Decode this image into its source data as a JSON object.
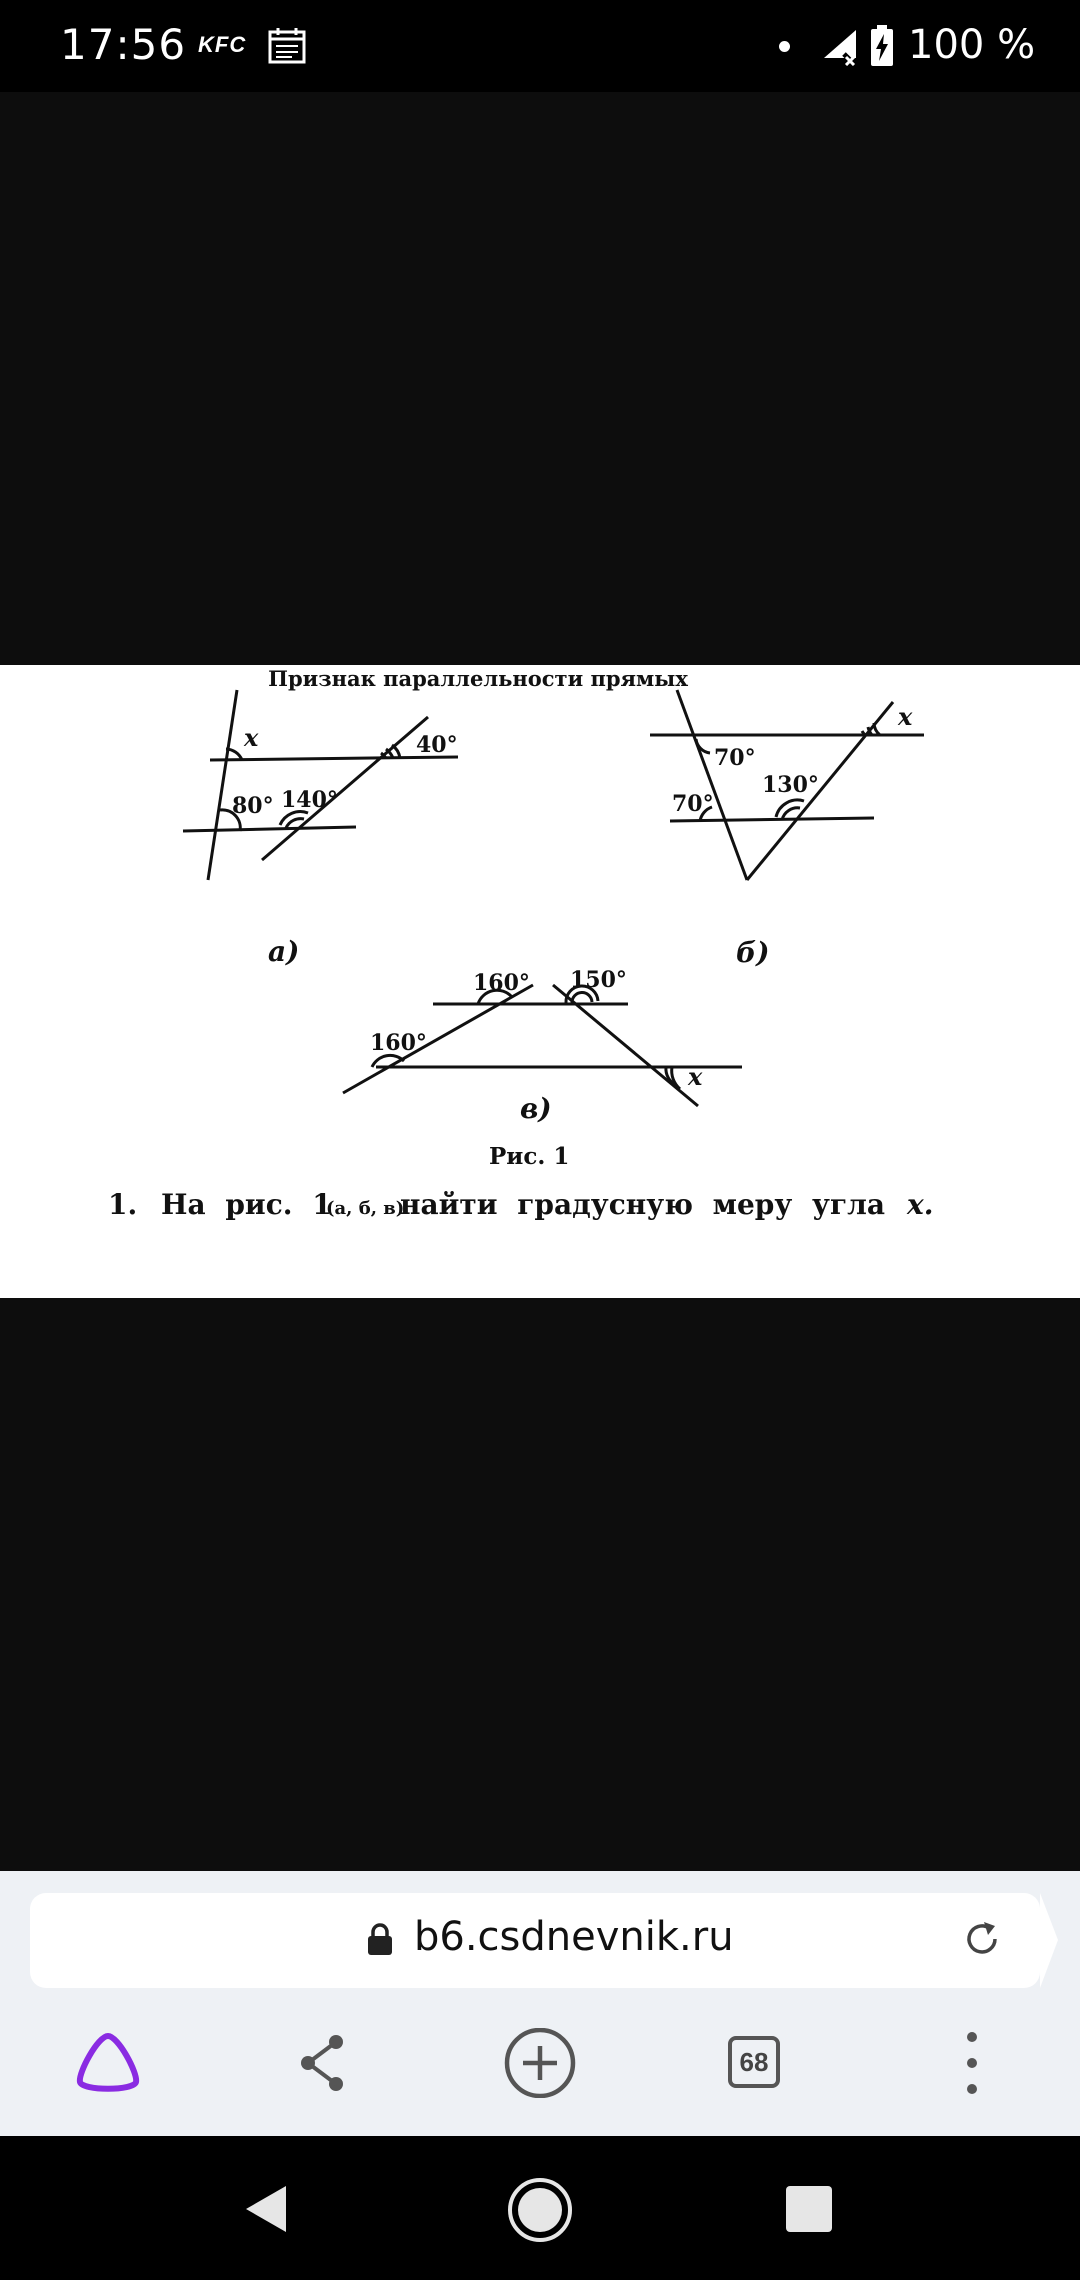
{
  "status_bar": {
    "time": "17:56",
    "kfc_label": "KFC",
    "battery_text": "100 %",
    "icons": [
      "kfc-icon",
      "calendar-icon",
      "dot-icon",
      "signal-icon",
      "battery-icon"
    ]
  },
  "document": {
    "title": "Признак параллельности прямых",
    "fig_a": {
      "label": "а)",
      "angles": [
        "x",
        "80°",
        "140°",
        "40°"
      ]
    },
    "fig_b": {
      "label": "б)",
      "angles": [
        "70°",
        "70°",
        "130°",
        "x"
      ]
    },
    "fig_v": {
      "label": "в)",
      "angles": [
        "160°",
        "150°",
        "160°",
        "x"
      ]
    },
    "caption": "Рис. 1",
    "task": {
      "number": "1.",
      "text_start": "На рис. 1",
      "small": "(а, б, в)",
      "text_end": "найти градусную меру угла",
      "var": "x."
    }
  },
  "browser": {
    "url": "b6.csdnevnik.ru",
    "tab_count": "68",
    "colors": {
      "alice": "#8a2be2",
      "icon_gray": "#555555"
    }
  }
}
